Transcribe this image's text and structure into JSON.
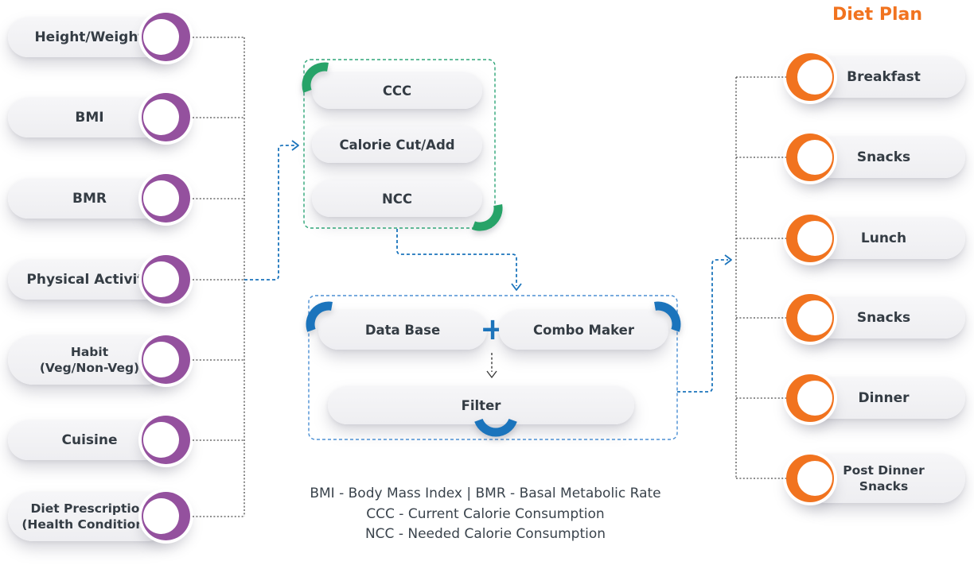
{
  "colors": {
    "purple": "#94519E",
    "green": "#27A368",
    "blue": "#1B74BC",
    "orange": "#F1731F",
    "teal_border": "#2FA578",
    "blue_border": "#4B8FD3",
    "gray_line": "#4B4B4B",
    "text": "#343C44",
    "pill_bg": "#F1F1F4"
  },
  "left_column": {
    "items": [
      "Height/Weight",
      "BMI",
      "BMR",
      "Physical Activity",
      "Habit\n(Veg/Non-Veg)",
      "Cuisine",
      "Diet Prescription\n(Health Conditions)"
    ]
  },
  "calc_box": {
    "items": [
      "CCC",
      "Calorie Cut/Add",
      "NCC"
    ]
  },
  "combine_box": {
    "left_item": "Data Base",
    "plus": "+",
    "right_item": "Combo Maker",
    "bottom_item": "Filter"
  },
  "right_column": {
    "title": "Diet Plan",
    "items": [
      "Breakfast",
      "Snacks",
      "Lunch",
      "Snacks",
      "Dinner",
      "Post Dinner\nSnacks"
    ]
  },
  "legend": {
    "lines": [
      "BMI - Body Mass Index | BMR - Basal Metabolic Rate",
      "CCC - Current Calorie Consumption",
      "NCC - Needed Calorie Consumption"
    ]
  },
  "icons": {
    "crescent": "crescent-ring",
    "quarter_arc": "quarter-arc",
    "plus": "+",
    "arrow": "dashed-chevron-arrow"
  }
}
